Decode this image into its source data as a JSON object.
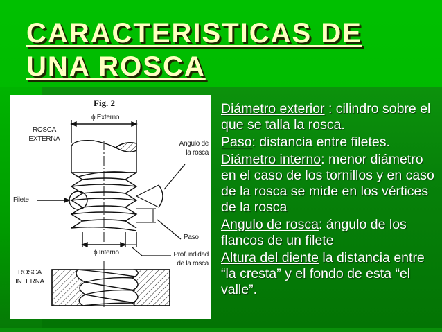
{
  "slide": {
    "title_line1": "CARACTERISTICAS DE",
    "title_line2": "UNA ROSCA",
    "colors": {
      "background_top": "#00bb00",
      "panel": "#07820a",
      "title_text": "#ffffc0",
      "body_text": "#ffffff"
    }
  },
  "figure": {
    "caption": "Fig. 2",
    "labels": {
      "externo": "ϕ Externo",
      "rosca_externa_1": "ROSCA",
      "rosca_externa_2": "EXTERNA",
      "angulo_1": "Angulo de",
      "angulo_2": "la rosca",
      "filete": "Filete",
      "paso": "Paso",
      "interno": "ϕ Interno",
      "profundidad_1": "Profundidad",
      "profundidad_2": "de la rosca",
      "rosca_interna_1": "ROSCA",
      "rosca_interna_2": "INTERNA"
    }
  },
  "definitions": [
    {
      "term": "Diámetro exterior",
      "text": " : cilindro sobre el que se talla la rosca."
    },
    {
      "term": "Paso",
      "text": ": distancia entre filetes."
    },
    {
      "term": "Diámetro interno",
      "text": ": menor diámetro  en el caso de los tornillos y en caso de la rosca se mide en los vértices de la rosca"
    },
    {
      "term": "Angulo de rosca",
      "text": ": ángulo de los flancos de un filete"
    },
    {
      "term": "Altura del diente",
      "text": " la distancia entre “la cresta” y el fondo de esta “el valle”."
    }
  ]
}
